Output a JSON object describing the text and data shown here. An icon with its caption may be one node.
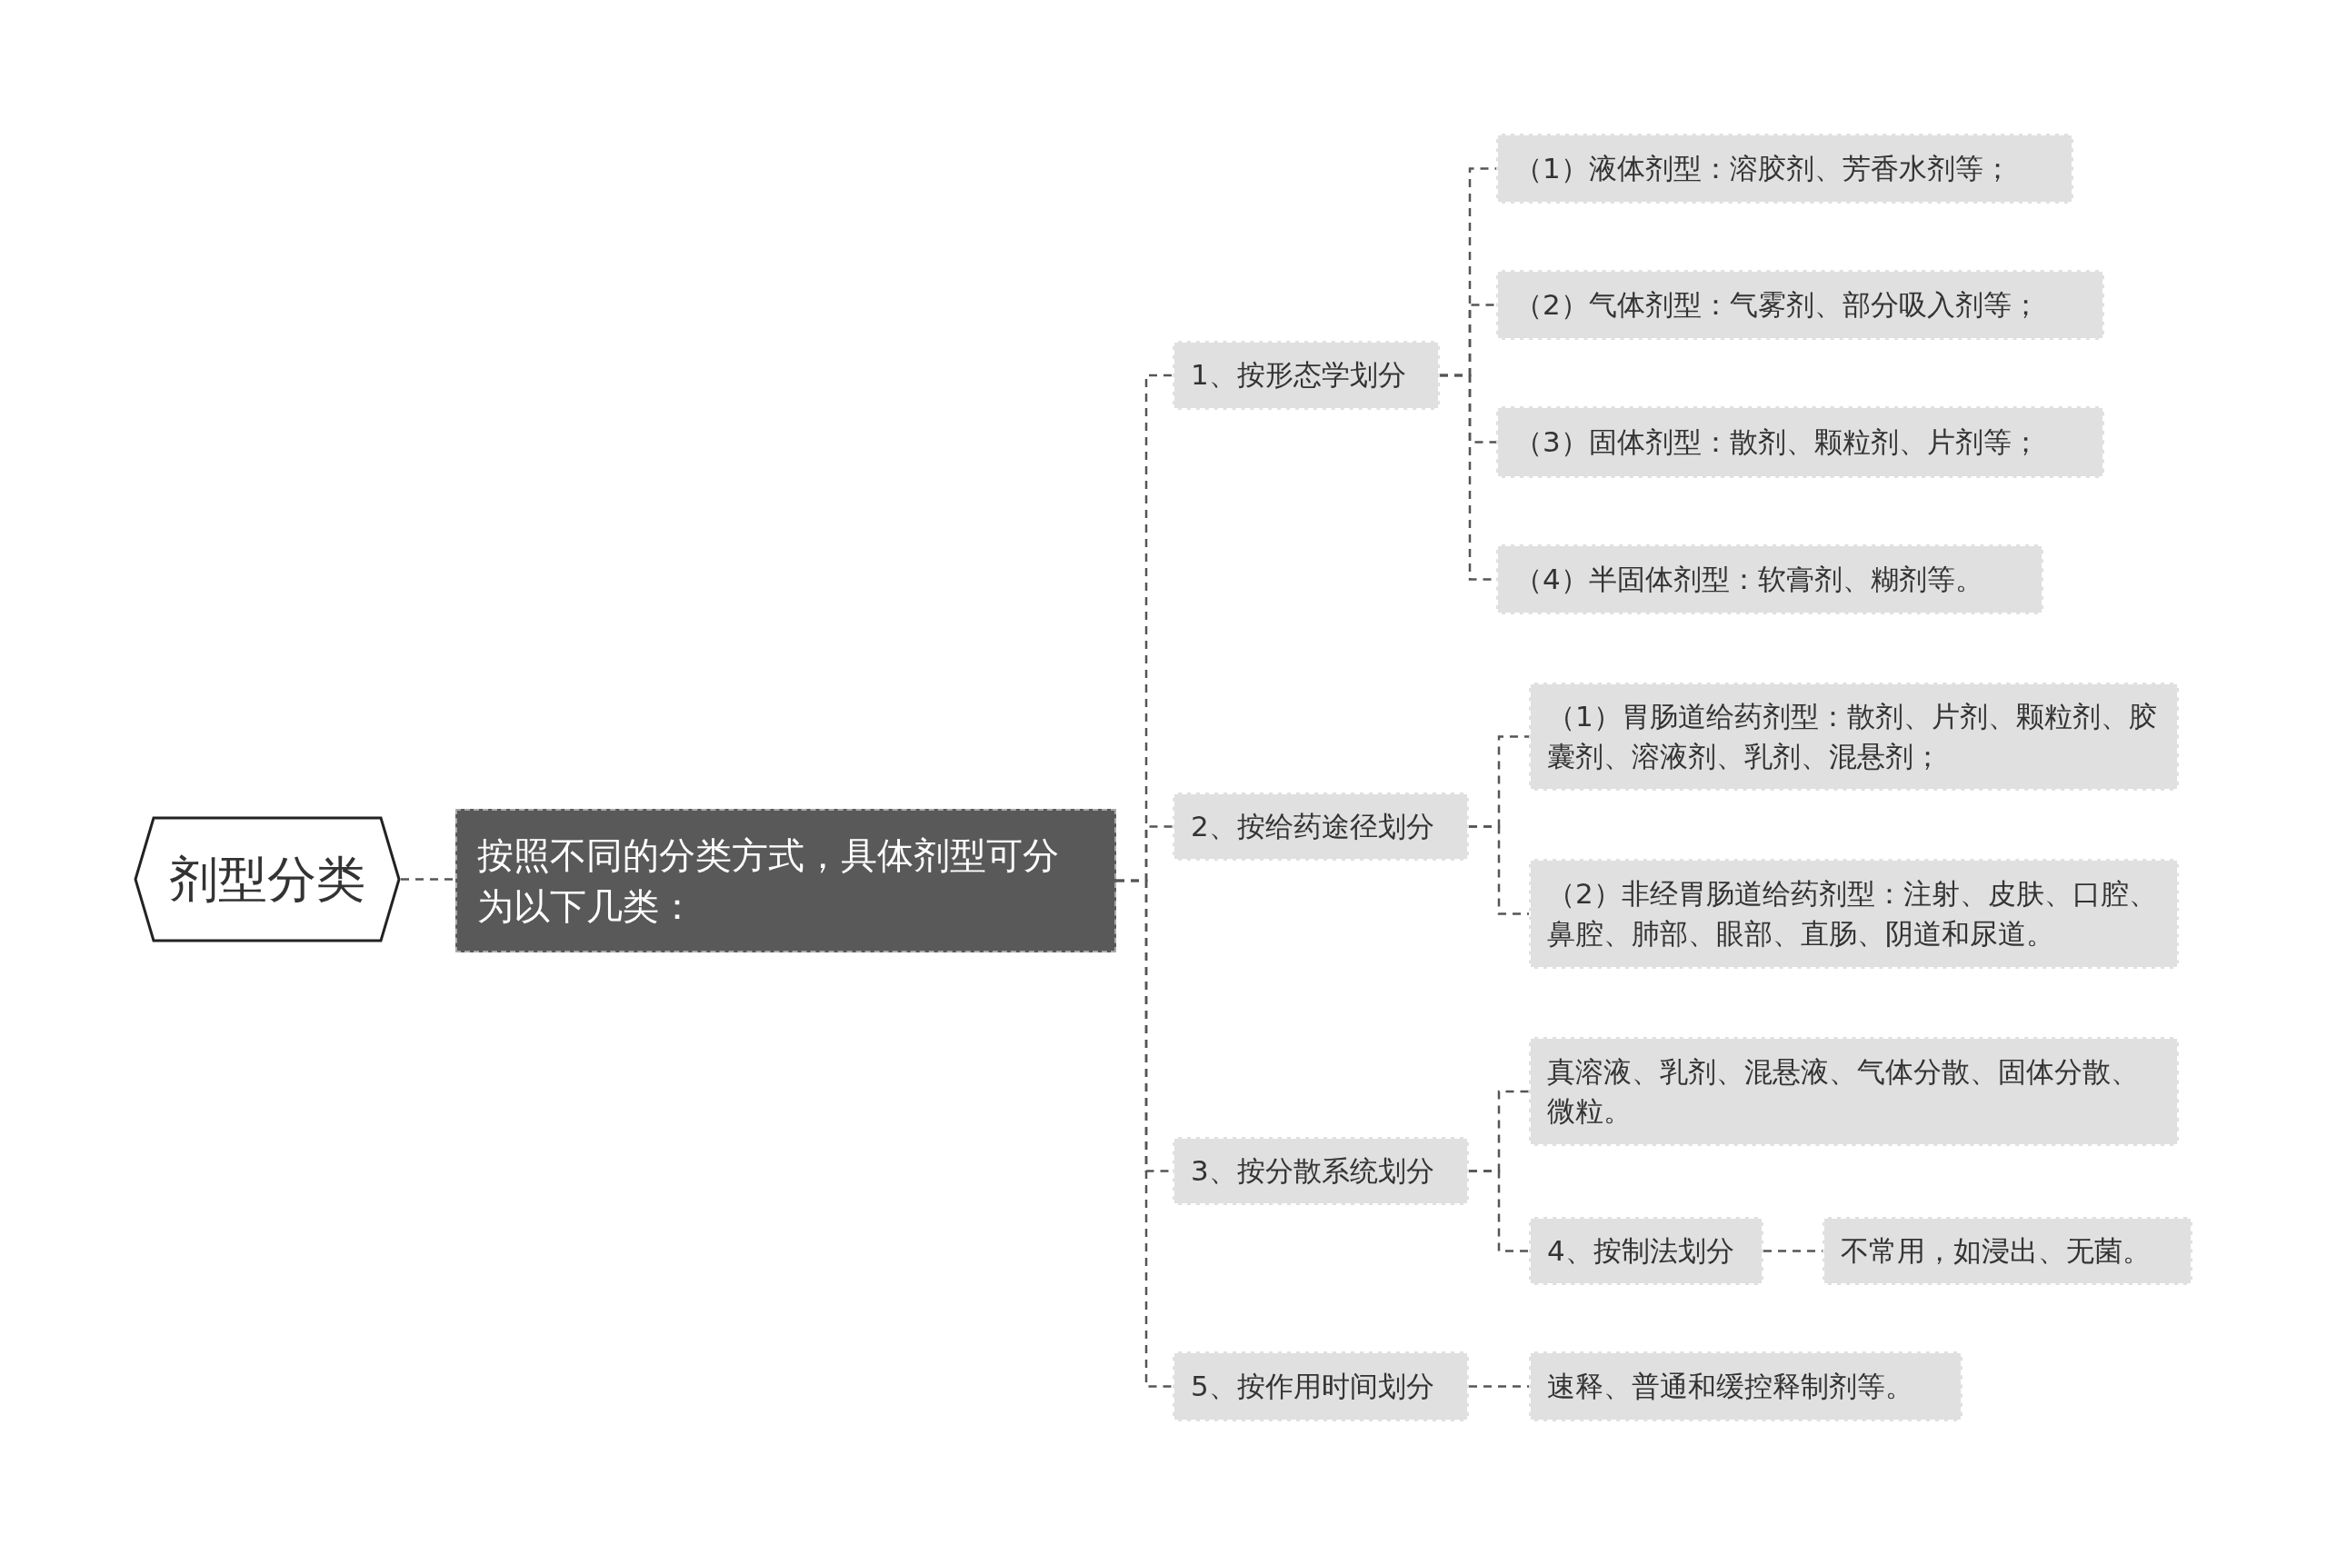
{
  "diagram": {
    "nodes": [
      {
        "text": [
          "剂型分类"
        ]
      },
      {
        "text": [
          "按照不同的分类方式，具体剂型可分为以下几类："
        ]
      },
      {
        "text": [
          "1、按形态学划分"
        ]
      },
      {
        "text": [
          "（1）液体剂型：溶胶剂、芳香水剂等；"
        ]
      },
      {
        "text": [
          "（2）气体剂型：气雾剂、部分吸入剂等；"
        ]
      },
      {
        "text": [
          "（3）固体剂型：散剂、颗粒剂、片剂等；"
        ]
      },
      {
        "text": [
          "（4）半固体剂型：软膏剂、糊剂等。"
        ]
      },
      {
        "text": [
          "2、按给药途径划分"
        ]
      },
      {
        "text": [
          "（1）胃肠道给药剂型：散剂、片剂、颗粒剂、胶囊剂、溶液剂、乳剂、混悬剂；"
        ]
      },
      {
        "text": [
          "（2）非经胃肠道给药剂型：注射、皮肤、口腔、鼻腔、肺部、眼部、直肠、阴道和尿道。"
        ]
      },
      {
        "text": [
          "3、按分散系统划分"
        ]
      },
      {
        "text": [
          "真溶液、乳剂、混悬液、气体分散、固体分散、微粒。"
        ]
      },
      {
        "text": [
          "4、按制法划分"
        ]
      },
      {
        "text": [
          "不常用，如浸出、无菌。"
        ]
      },
      {
        "text": [
          "5、按作用时间划分"
        ]
      },
      {
        "text": [
          "速释、普通和缓控释制剂等。"
        ]
      }
    ],
    "edges": [
      {
        "from": 0,
        "to": 1,
        "arrow": "none",
        "style": "dashed"
      },
      {
        "from": 1,
        "to": 2,
        "arrow": "none",
        "style": "dashed"
      },
      {
        "from": 1,
        "to": 7,
        "arrow": "none",
        "style": "dashed"
      },
      {
        "from": 1,
        "to": 10,
        "arrow": "none",
        "style": "dashed"
      },
      {
        "from": 1,
        "to": 14,
        "arrow": "none",
        "style": "dashed"
      },
      {
        "from": 2,
        "to": 3,
        "arrow": "none",
        "style": "dashed"
      },
      {
        "from": 2,
        "to": 4,
        "arrow": "none",
        "style": "dashed"
      },
      {
        "from": 2,
        "to": 5,
        "arrow": "none",
        "style": "dashed"
      },
      {
        "from": 2,
        "to": 6,
        "arrow": "none",
        "style": "dashed"
      },
      {
        "from": 7,
        "to": 8,
        "arrow": "none",
        "style": "dashed"
      },
      {
        "from": 7,
        "to": 9,
        "arrow": "none",
        "style": "dashed"
      },
      {
        "from": 10,
        "to": 11,
        "arrow": "none",
        "style": "dashed"
      },
      {
        "from": 10,
        "to": 12,
        "arrow": "none",
        "style": "dashed"
      },
      {
        "from": 12,
        "to": 13,
        "arrow": "none",
        "style": "dashed"
      },
      {
        "from": 14,
        "to": 15,
        "arrow": "none",
        "style": "dashed"
      }
    ]
  }
}
